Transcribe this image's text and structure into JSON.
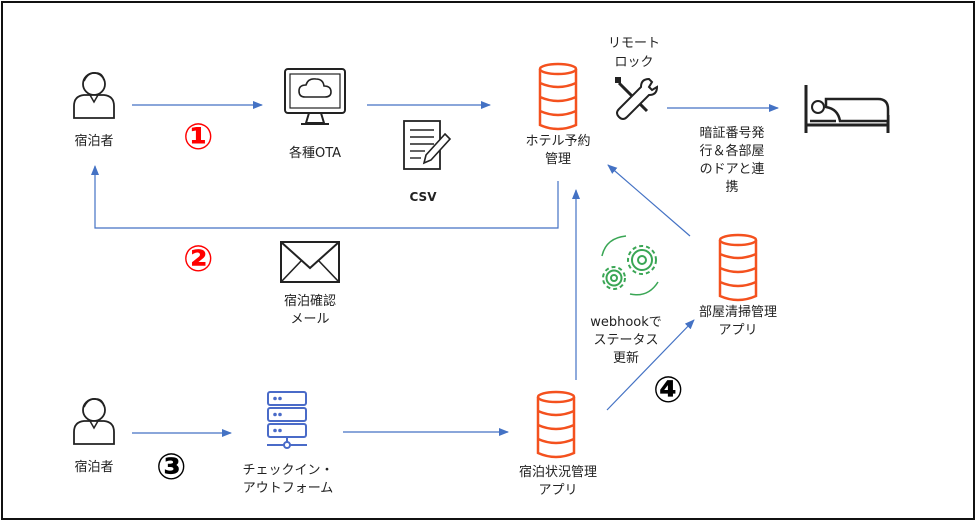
{
  "nodes": {
    "guest_top": "宿泊者",
    "ota": "各種OTA",
    "csv": "CSV",
    "hotel_booking": "ホテル予約\n管理",
    "remote_lock": "リモート\nロック",
    "pin_issue": "暗証番号発\n行＆各部屋\nのドアと連\n携",
    "confirm_mail": "宿泊確認\nメール",
    "webhook": "webhookで\nステータス\n更新",
    "cleaning_app": "部屋清掃管理\nアプリ",
    "guest_bottom": "宿泊者",
    "checkin_form": "チェックイン・\nアウトフォーム",
    "stay_status_app": "宿泊状況管理\nアプリ"
  },
  "steps": [
    "①",
    "②",
    "③",
    "④"
  ],
  "colors": {
    "arrow": "#4472c4",
    "database": "#f4511e",
    "server": "#4a6bc8",
    "gear": "#3aa655",
    "step_red": "#ff0000",
    "step_black": "#000000"
  },
  "icons": [
    "person-icon",
    "monitor-cloud-icon",
    "document-icon",
    "database-icon",
    "tools-icon",
    "bed-icon",
    "envelope-icon",
    "gears-icon",
    "server-icon"
  ]
}
